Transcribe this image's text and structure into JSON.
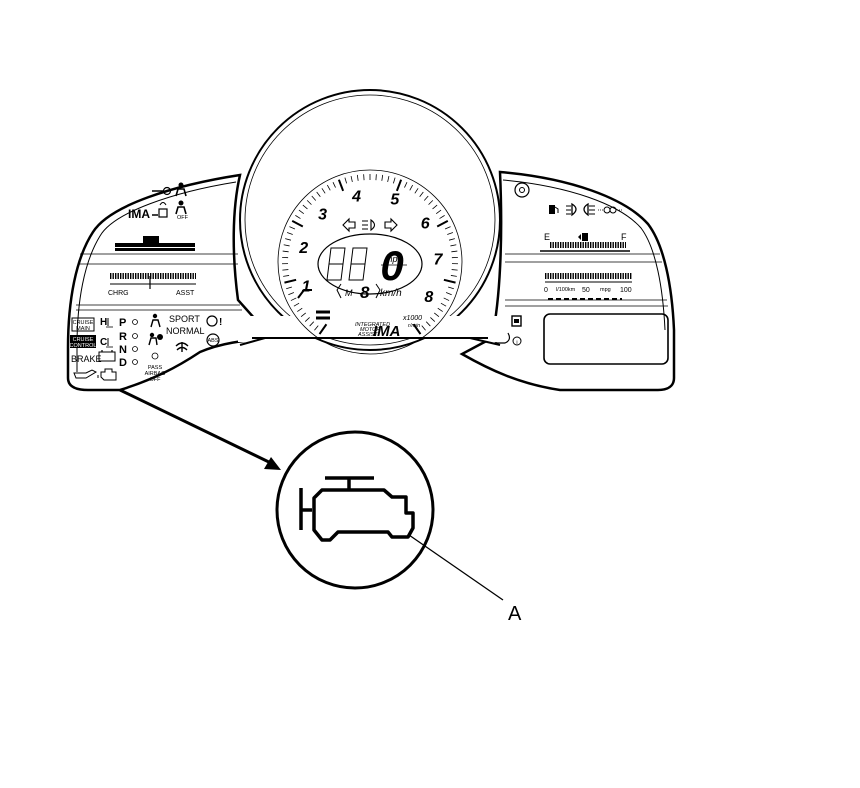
{
  "gauge": {
    "tach_numbers": [
      "1",
      "2",
      "3",
      "4",
      "5",
      "6",
      "7",
      "8"
    ],
    "speed_digit": "0",
    "speed_units": [
      "mph",
      "km/h"
    ],
    "gear_digit": "8",
    "gear_mode": "M",
    "rpm_multiplier": "x1000",
    "rpm_unit": "r/min",
    "ima_logo": "IMA",
    "ima_caption": [
      "INTEGRATED",
      "MOTOR",
      "ASSIST"
    ]
  },
  "left_cluster": {
    "ima_label": "IMA",
    "charge_label": "CHRG",
    "assist_label": "ASST",
    "cruise_main": [
      "CRUISE",
      "MAIN"
    ],
    "cruise_control": [
      "CRUISE",
      "CONTROL"
    ],
    "brake_label": "BRAKE",
    "temp_high": "H",
    "temp_cold": "C",
    "gears": [
      "P",
      "R",
      "N",
      "D"
    ],
    "sport_label": "SPORT",
    "normal_label": "NORMAL",
    "airbag_off": [
      "PASS",
      "AIRBAG",
      "OFF"
    ],
    "abs_label": "ABS"
  },
  "right_cluster": {
    "fuel_empty": "E",
    "fuel_full": "F",
    "economy_scale": [
      "0",
      "l/100km",
      "50",
      "mpg",
      "100"
    ]
  },
  "callout": {
    "label": "A",
    "icon": "check-engine-icon"
  }
}
